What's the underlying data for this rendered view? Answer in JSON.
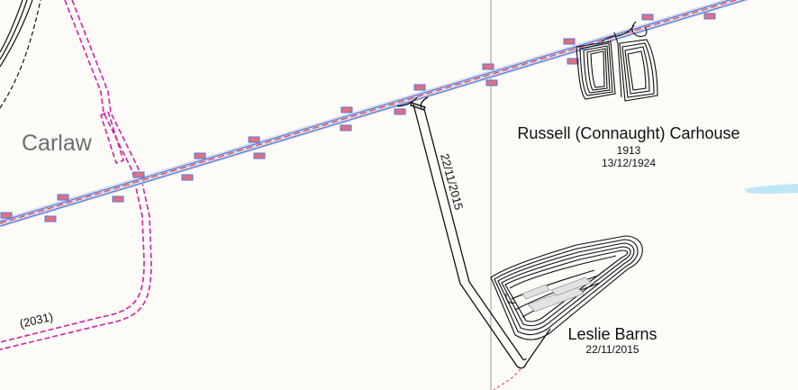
{
  "map": {
    "area_label": "Carlaw",
    "planned_route_label": "(2031)",
    "lead_track_date": "22/11/2015",
    "russell_carhouse": {
      "name": "Russell (Connaught) Carhouse",
      "opened": "1913",
      "date": "13/12/1924"
    },
    "leslie_barns": {
      "name": "Leslie Barns",
      "date": "22/11/2015"
    },
    "colors": {
      "background": "#fcfbf7",
      "track": "#111111",
      "planned_route": "#cc22aa",
      "streetcar_route_red": "#e05050",
      "streetcar_route_blue": "#5577dd",
      "boundary_line": "#aaaaaa",
      "water": "#bfe6f5",
      "area_label": "#6e6e6e"
    }
  }
}
